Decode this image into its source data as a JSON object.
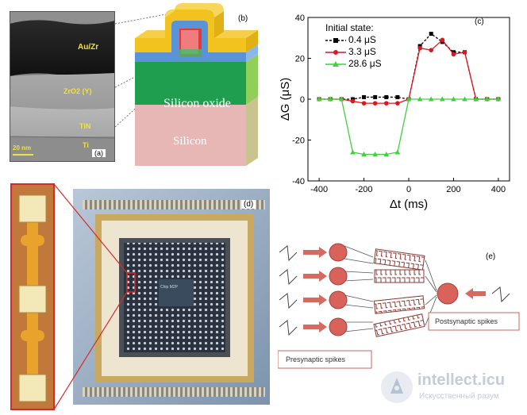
{
  "panel_a": {
    "label": "(a)",
    "layers": [
      "Au/Zr",
      "ZrO2 (Y)",
      "TiN",
      "Ti"
    ],
    "scale_bar": "20 nm"
  },
  "panel_b": {
    "label": "(b)",
    "layers": [
      "Silicon oxide",
      "Silicon"
    ]
  },
  "panel_c": {
    "label": "(c)",
    "chart_data": {
      "type": "line",
      "title": "",
      "xlabel": "Δt (ms)",
      "ylabel": "ΔG (μS)",
      "xlim": [
        -450,
        450
      ],
      "ylim": [
        -40,
        40
      ],
      "xticks": [
        -400,
        -200,
        0,
        200,
        400
      ],
      "yticks": [
        -40,
        -20,
        0,
        20,
        40
      ],
      "legend_title": "Initial state:",
      "legend_position": "top-left",
      "series": [
        {
          "name": "0.4 μS",
          "color": "#000000",
          "marker": "square",
          "points": [
            [
              -400,
              0
            ],
            [
              -350,
              0
            ],
            [
              -300,
              0
            ],
            [
              -250,
              0
            ],
            [
              -200,
              1
            ],
            [
              -150,
              1
            ],
            [
              -100,
              1
            ],
            [
              -50,
              1
            ],
            [
              0,
              0
            ],
            [
              50,
              26
            ],
            [
              100,
              32
            ],
            [
              150,
              28
            ],
            [
              200,
              23
            ],
            [
              250,
              23
            ],
            [
              300,
              0
            ],
            [
              350,
              0
            ],
            [
              400,
              0
            ]
          ]
        },
        {
          "name": "3.3 μS",
          "color": "#d71920",
          "marker": "circle",
          "points": [
            [
              -400,
              0
            ],
            [
              -350,
              0
            ],
            [
              -300,
              0
            ],
            [
              -250,
              -1
            ],
            [
              -200,
              -2
            ],
            [
              -150,
              -2
            ],
            [
              -100,
              -2
            ],
            [
              -50,
              -2
            ],
            [
              0,
              0
            ],
            [
              50,
              25
            ],
            [
              100,
              24
            ],
            [
              150,
              29
            ],
            [
              200,
              22
            ],
            [
              250,
              23
            ],
            [
              300,
              0
            ],
            [
              350,
              0
            ],
            [
              400,
              0
            ]
          ]
        },
        {
          "name": "28.6 μS",
          "color": "#3fd13f",
          "marker": "triangle",
          "points": [
            [
              -400,
              0
            ],
            [
              -350,
              0
            ],
            [
              -300,
              0
            ],
            [
              -250,
              -26
            ],
            [
              -200,
              -27
            ],
            [
              -150,
              -27
            ],
            [
              -100,
              -27
            ],
            [
              -50,
              -26
            ],
            [
              0,
              0
            ],
            [
              50,
              0
            ],
            [
              100,
              0
            ],
            [
              150,
              0
            ],
            [
              200,
              0
            ],
            [
              250,
              0
            ],
            [
              300,
              0
            ],
            [
              350,
              0
            ],
            [
              400,
              0
            ]
          ]
        }
      ]
    }
  },
  "panel_d": {
    "label": "(d)",
    "chip_text": "Chip M2P"
  },
  "panel_e": {
    "label": "(e)",
    "presynaptic": "Presynaptic spikes",
    "postsynaptic": "Postsynaptic spikes"
  },
  "watermark": {
    "name": "intellect.icu",
    "tagline": "Искусственный разум"
  },
  "colors": {
    "gold": "#f2c21e",
    "blue": "#5b8fd6",
    "green": "#1e9c4b",
    "pink": "#e6b3b3",
    "neuron": "#d9625b",
    "arrow": "#d56a60"
  }
}
